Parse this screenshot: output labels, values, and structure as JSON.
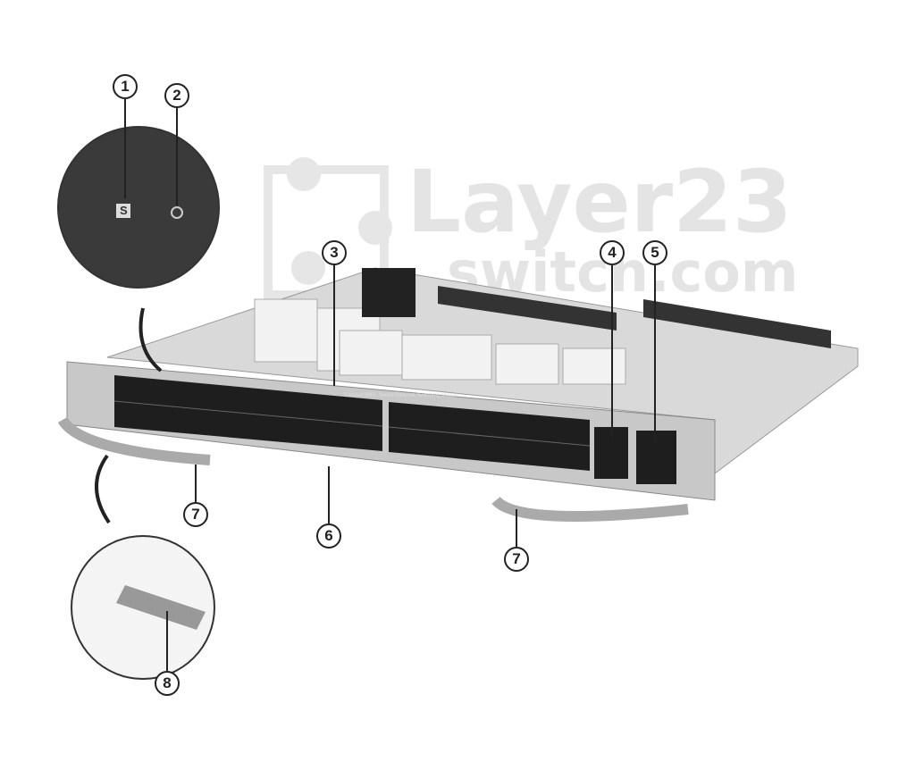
{
  "watermark": {
    "line1": "Layer23",
    "line2": "switch.com"
  },
  "module_label": "Catalyst 9600 Series Ethernet Switching Module",
  "callouts": [
    "1",
    "2",
    "3",
    "4",
    "5",
    "6",
    "7",
    "7",
    "8"
  ],
  "inset_top": {
    "badge": "S"
  },
  "colors": {
    "outline": "#222222",
    "watermark": "#e4e4e4",
    "faceplate": "#c8c8c8",
    "ports": "#1e1e1e"
  }
}
